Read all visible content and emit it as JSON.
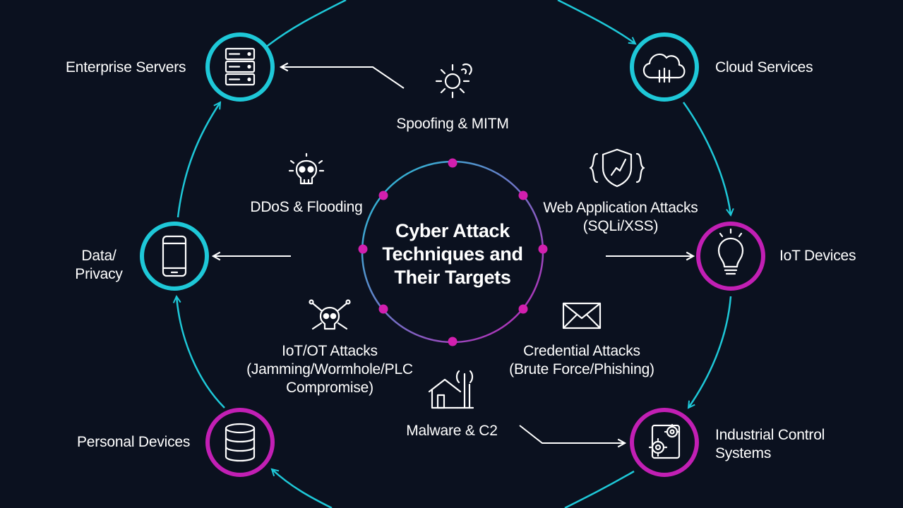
{
  "title_lines": [
    "Cyber Attack",
    "Techniques and",
    "Their Targets"
  ],
  "colors": {
    "background": "#0b111f",
    "cyan": "#1ec8d8",
    "magenta": "#c21fb4",
    "text": "#ffffff"
  },
  "targets": {
    "enterprise_servers": {
      "label": "Enterprise Servers",
      "icon": "server-rack-icon",
      "ring": "cyan"
    },
    "cloud_services": {
      "label": "Cloud Services",
      "icon": "cloud-icon",
      "ring": "cyan"
    },
    "data_privacy": {
      "label_lines": [
        "Data/",
        "Privacy"
      ],
      "icon": "smartphone-icon",
      "ring": "cyan"
    },
    "iot_devices": {
      "label": "IoT Devices",
      "icon": "lightbulb-icon",
      "ring": "magenta"
    },
    "personal_devices": {
      "label": "Personal Devices",
      "icon": "database-icon",
      "ring": "magenta"
    },
    "industrial_control": {
      "label_lines": [
        "Industrial Control",
        "Systems"
      ],
      "icon": "gears-icon",
      "ring": "magenta"
    }
  },
  "attacks": {
    "spoofing": {
      "label": "Spoofing & MITM",
      "icon": "sun-signal-icon"
    },
    "ddos": {
      "label": "DDoS & Flooding",
      "icon": "skull-icon"
    },
    "web_app": {
      "label_lines": [
        "Web Application Attacks",
        "(SQLi/XSS)"
      ],
      "icon": "shield-code-icon"
    },
    "iot_ot": {
      "label_lines": [
        "IoT/OT Attacks",
        "(Jamming/Wormhole/PLC",
        "Compromise)"
      ],
      "icon": "skull-crossbones-icon"
    },
    "credential": {
      "label_lines": [
        "Credential Attacks",
        "(Brute Force/Phishing)"
      ],
      "icon": "envelope-icon"
    },
    "malware": {
      "label": "Malware & C2",
      "icon": "house-antenna-icon"
    }
  }
}
